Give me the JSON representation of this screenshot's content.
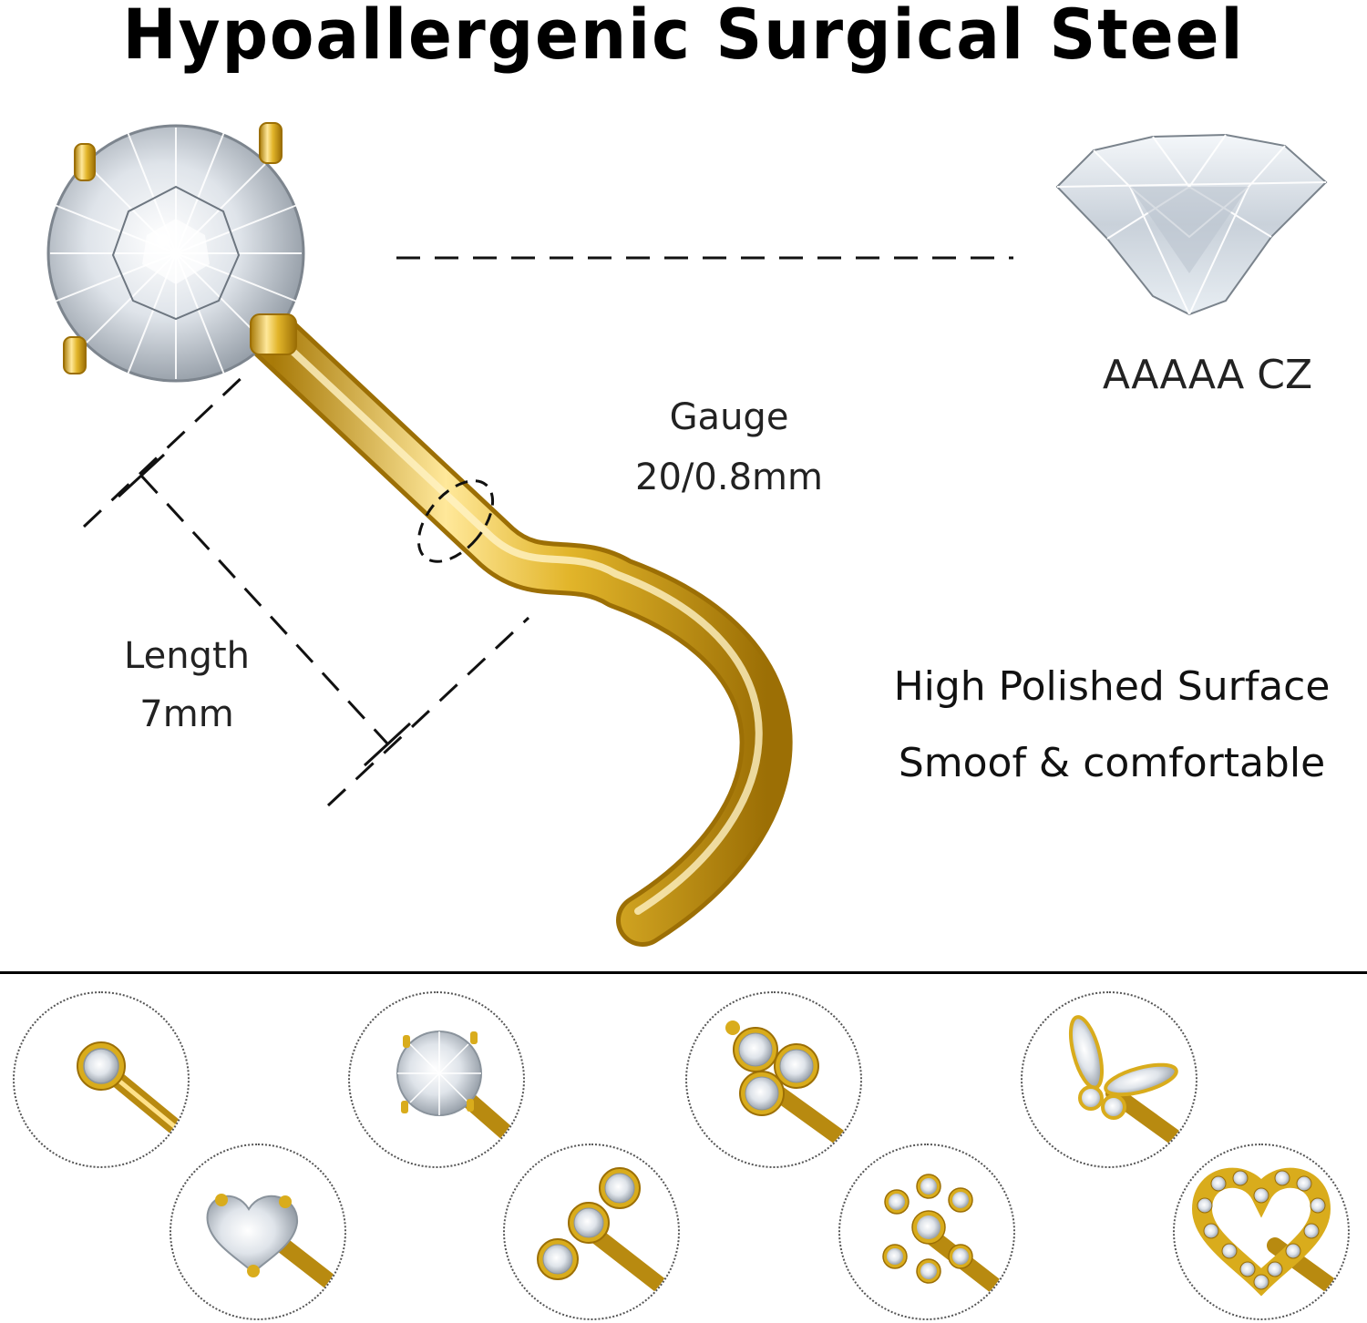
{
  "title": "Hypoallergenic Surgical Steel",
  "gauge": {
    "line1": "Gauge",
    "line2": "20/0.8mm"
  },
  "length": {
    "line1": "Length",
    "line2": "7mm"
  },
  "stone": {
    "label": "AAAAA CZ"
  },
  "features": {
    "line1": "High Polished Surface",
    "line2": "Smoof & comfortable"
  },
  "colors": {
    "gold": "#d9ac1c",
    "gold_dark": "#a87a08",
    "gold_light": "#ffe89a",
    "stone": "#e9eef3",
    "dash": "#111111"
  },
  "variants": [
    {
      "name": "ball-bezel",
      "icon": "round-bezel-stone-icon"
    },
    {
      "name": "heart-prong",
      "icon": "heart-cz-icon"
    },
    {
      "name": "round-prong",
      "icon": "round-prong-stone-icon"
    },
    {
      "name": "triple-bezel-bar",
      "icon": "triple-stone-bar-icon"
    },
    {
      "name": "trinity-flower",
      "icon": "trinity-cluster-icon"
    },
    {
      "name": "snowflake-cluster",
      "icon": "snowflake-cluster-icon"
    },
    {
      "name": "butterfly",
      "icon": "butterfly-icon"
    },
    {
      "name": "pave-heart",
      "icon": "pave-heart-icon"
    }
  ]
}
